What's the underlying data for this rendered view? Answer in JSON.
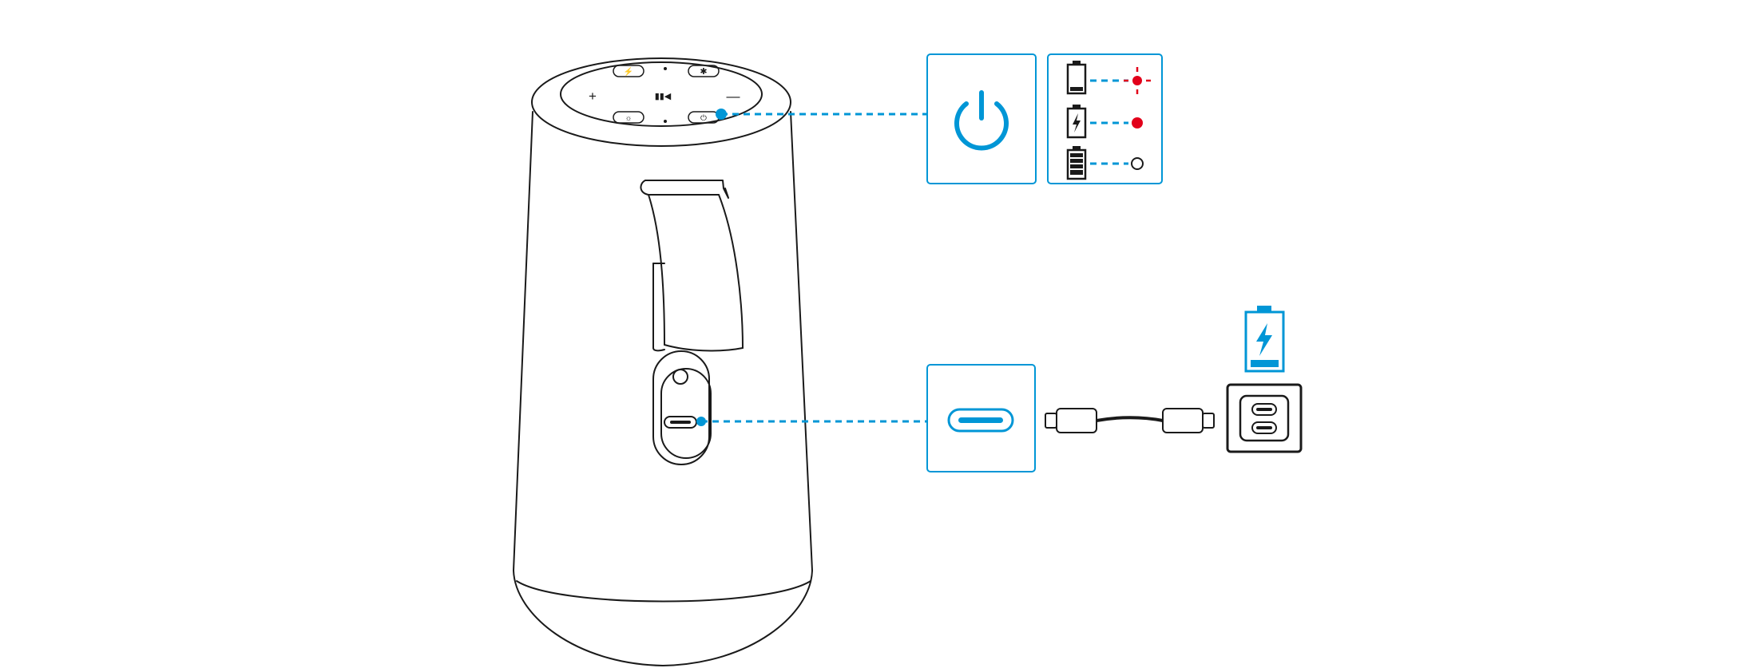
{
  "speaker": {
    "top_controls": {
      "volume_up_glyph": "+",
      "volume_down_glyph": "—",
      "play_pause_glyph": "▮▮◀"
    }
  },
  "indicators": {
    "accent_color": "#0096d6",
    "status_red": "#e2001a",
    "states": [
      {
        "battery": "low",
        "led": "red-blinking"
      },
      {
        "battery": "charging",
        "led": "red-solid"
      },
      {
        "battery": "full",
        "led": "off"
      }
    ]
  },
  "icons": {
    "power": "power-icon",
    "usb_c": "usb-c-port-icon",
    "cable": "usb-c-cable-icon",
    "charger": "usb-c-charger-icon",
    "battery_charging": "battery-charging-icon"
  }
}
